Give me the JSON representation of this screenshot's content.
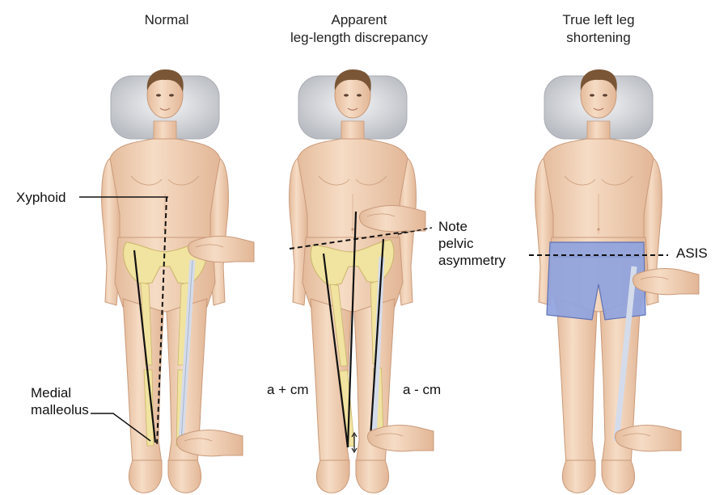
{
  "panels": [
    {
      "title": "Normal"
    },
    {
      "title": "Apparent\nleg-length discrepancy"
    },
    {
      "title": "True left leg\nshortening"
    }
  ],
  "labels": {
    "xyphoid": "Xyphoid",
    "medial_malleolus": "Medial\nmalleolus",
    "note_pelvic": "Note\npelvic\nasymmetry",
    "a_plus": "a + cm",
    "a_minus": "a - cm",
    "asis": "ASIS"
  },
  "colors": {
    "skin": "#f3d5bc",
    "skin_shadow": "#d9ae8f",
    "hair": "#7a5636",
    "pillow": "#d7d9dd",
    "bone": "#f1e3a0",
    "tape": "#d4dceb",
    "shorts": "#8fa3de",
    "line": "#111111"
  }
}
